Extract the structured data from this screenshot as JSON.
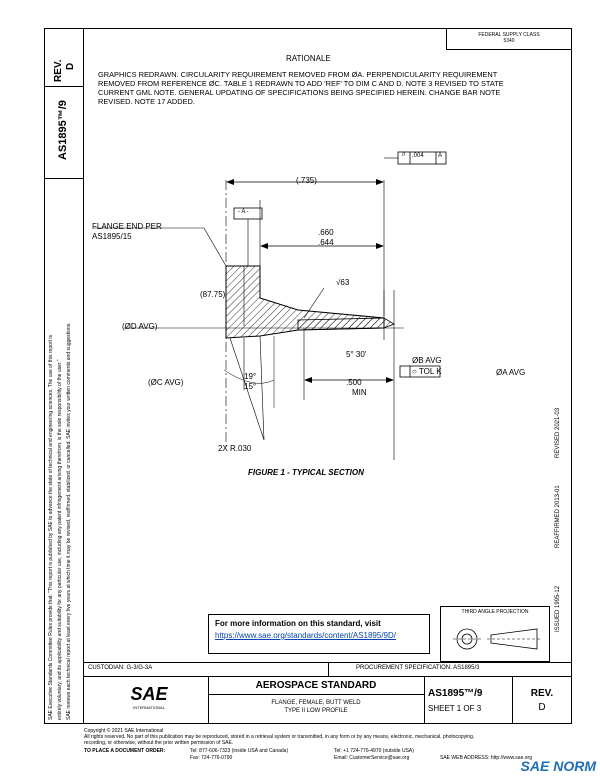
{
  "side": {
    "rev_label": "REV.",
    "rev_value": "D",
    "doc_number": "AS1895™/9",
    "legal_text_1": "SAE Executive Standards Committee Rules provide that: \"This report is published by SAE to advance the state of technical and engineering sciences. The use of this report is",
    "legal_text_2": "entirely voluntary, and its applicability and suitability for any particular use, including any patent infringement arising therefrom, is the sole responsibility of the user.\"",
    "legal_text_3": "SAE reviews each technical report at least every five years at which time it may be revised, reaffirmed, stabilized, or cancelled. SAE invites your written comments and suggestions."
  },
  "header": {
    "fedral_line1": "FEDERAL SUPPLY CLASS",
    "fedral_line2": "5340",
    "rationale_title": "RATIONALE",
    "rationale_text": [
      "GRAPHICS REDRAWN. CIRCULARITY REQUIREMENT REMOVED FROM ØA. PERPENDICULARITY REQUIREMENT",
      "REMOVED FROM REFERENCE ØC. TABLE 1 REDRAWN TO ADD 'REF' TO DIM C AND D. NOTE 3 REVISED TO STATE",
      "CURRENT GML NOTE. GENERAL UPDATING OF SPECIFICATIONS BEING SPECIFIED HEREIN. CHANGE BAR NOTE",
      "REVISED. NOTE 17 ADDED."
    ]
  },
  "figure": {
    "caption": "FIGURE 1 - TYPICAL SECTION",
    "tol_frame_symbol": "//",
    "tol_frame_value": ".004",
    "tol_frame_datum": "A",
    "dim_overall": "(.735)",
    "datum_a": "- A -",
    "dim_660": ".660",
    "dim_644": ".644",
    "flange_label_1": "FLANGE END PER",
    "flange_label_2": "AS1895/15",
    "angle_87": "(87.75)",
    "finish_63": "√63",
    "diam_d": "(ØD AVG)",
    "diam_c": "(ØC AVG)",
    "angle_19": "19°",
    "angle_15": "15°",
    "angle_5": "5° 30'",
    "diam_b": "ØB AVG",
    "circ_tol": "○ TOL K",
    "diam_a": "ØA AVG",
    "dim_500": ".500",
    "dim_min": "MIN",
    "radius": "2X R.030"
  },
  "right_margin": {
    "revised": "REVISED 2021-03",
    "reaffirmed": "REAFFIRMED 2013-01",
    "issued": "ISSUED 1995-12"
  },
  "projection": {
    "label": "THIRD ANGLE PROJECTION"
  },
  "info_box": {
    "line1": "For more information on this standard, visit",
    "link": "https://www.sae.org/standards/content/AS1895/9D/"
  },
  "title_block": {
    "custodian": "CUSTODIAN: G-3/G-3A",
    "procurement": "PROCUREMENT SPECIFICATION: AS1895/3",
    "logo_text": "SAE",
    "logo_sub": "INTERNATIONAL",
    "standard_type": "AEROSPACE STANDARD",
    "title_line1": "FLANGE, FEMALE, BUTT WELD",
    "title_line2": "TYPE II LOW PROFILE",
    "doc_number": "AS1895™/9",
    "sheet": "SHEET 1 OF 3",
    "rev_label": "REV.",
    "rev_value": "D"
  },
  "footer": {
    "copyright": "Copyright © 2021 SAE International",
    "rights_1": "All rights reserved. No part of this publication may be reproduced, stored in a retrieval system or transmitted, in any form or by any means, electronic, mechanical, photocopying,",
    "rights_2": "recording, or otherwise, without the prior written permission of SAE.",
    "order_label": "TO PLACE A DOCUMENT ORDER:",
    "tel_1": "Tel: 877-606-7323 (inside USA and Canada)",
    "fax_1": "Fax: 724-776-0790",
    "tel_2": "Tel: +1 724-776-4970 (outside USA)",
    "email": "Email: CustomerService@sae.org",
    "web": "SAE WEB ADDRESS: http://www.sae.org",
    "watermark": "SAE NORM"
  }
}
